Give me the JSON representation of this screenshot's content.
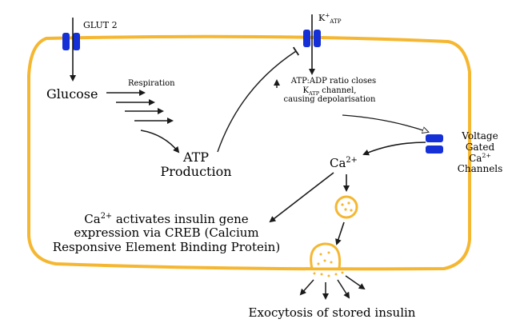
{
  "colors": {
    "membrane": "#F5B731",
    "channel": "#1530D6",
    "arrow": "#1a1a1a",
    "vesicle_fill": "#FFFFFF",
    "granule": "#F5B731"
  },
  "labels": {
    "glut2": "GLUT 2",
    "katp_main": "K",
    "katp_sup": "+",
    "katp_sub": "ATP",
    "glucose": "Glucose",
    "respiration": "Respiration",
    "atp_line1": "ATP",
    "atp_line2": "Production",
    "atp_ratio_line1": "ATP:ADP ratio closes",
    "atp_ratio_line2_k": "K",
    "atp_ratio_line2_sub": "ATP",
    "atp_ratio_line2_rest": " channel,",
    "atp_ratio_line3": "causing depolarisation",
    "vgcc_line1": "Voltage",
    "vgcc_line2": "Gated",
    "vgcc_ca": "Ca",
    "vgcc_ca_sup": "2+",
    "vgcc_line4": "Channels",
    "ca_main": "Ca",
    "ca_sup": "2+",
    "creb_ca": "Ca",
    "creb_ca_sup": "2+",
    "creb_line1_rest": " activates insulin gene",
    "creb_line2": "expression via CREB (Calcium",
    "creb_line3": "Responsive Element Binding Protein)",
    "exocytosis": "Exocytosis of stored insulin"
  }
}
